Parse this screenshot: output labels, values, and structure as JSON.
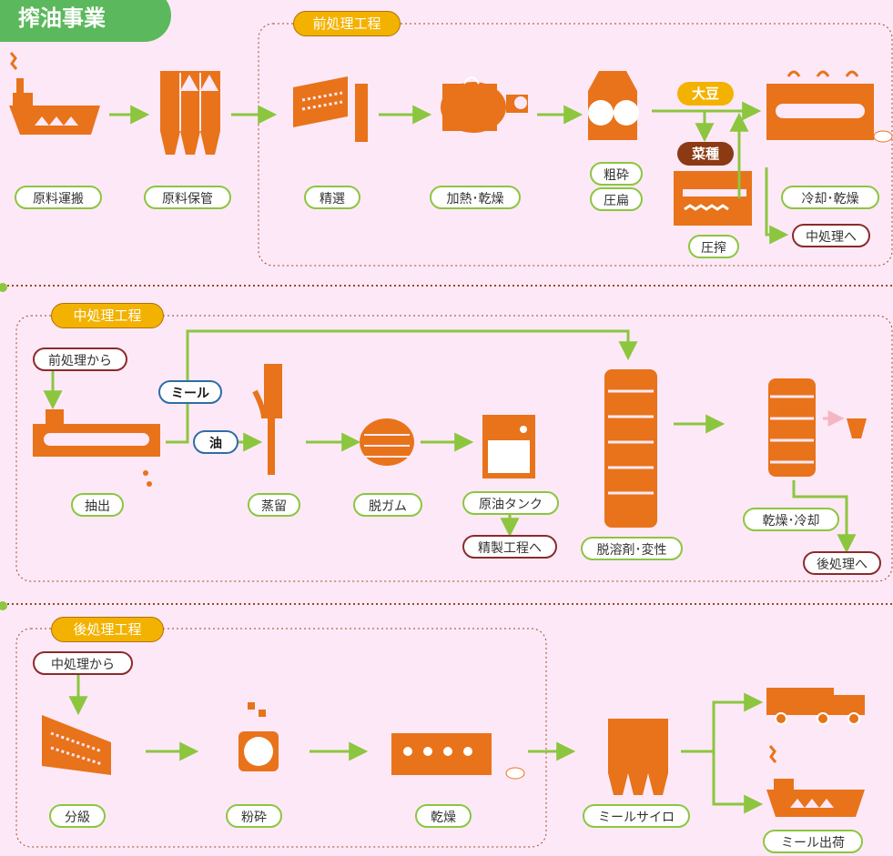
{
  "title": "搾油事業",
  "sections": {
    "pre": "前処理工程",
    "mid": "中処理工程",
    "post": "後処理工程"
  },
  "pre": {
    "transport": "原料運搬",
    "storage": "原料保管",
    "selection": "精選",
    "heating": "加熱･乾燥",
    "crushing": "粗砕",
    "flaking": "圧扁",
    "soybean": "大豆",
    "rapeseed": "菜種",
    "pressing": "圧搾",
    "cooling": "冷却･乾燥",
    "to_mid": "中処理へ"
  },
  "mid": {
    "from_pre": "前処理から",
    "meal": "ミール",
    "oil": "油",
    "extraction": "抽出",
    "distillation": "蒸留",
    "degumming": "脱ガム",
    "crude_tank": "原油タンク",
    "to_refining": "精製工程へ",
    "desolventizing": "脱溶剤･変性",
    "drying_cooling": "乾燥･冷却",
    "to_post": "後処理へ"
  },
  "post": {
    "from_mid": "中処理から",
    "classifying": "分級",
    "grinding": "粉砕",
    "drying": "乾燥",
    "silo": "ミールサイロ",
    "shipping": "ミール出荷"
  },
  "colors": {
    "background": "#fde8f7",
    "machine": "#e8731a",
    "arrow": "#8cc63f",
    "label_border": "#8cc63f",
    "next_border": "#8b2b2b",
    "section_tag": "#f3b200",
    "title_bg": "#5cb85c",
    "dotted_line": "#9b4a1a"
  }
}
